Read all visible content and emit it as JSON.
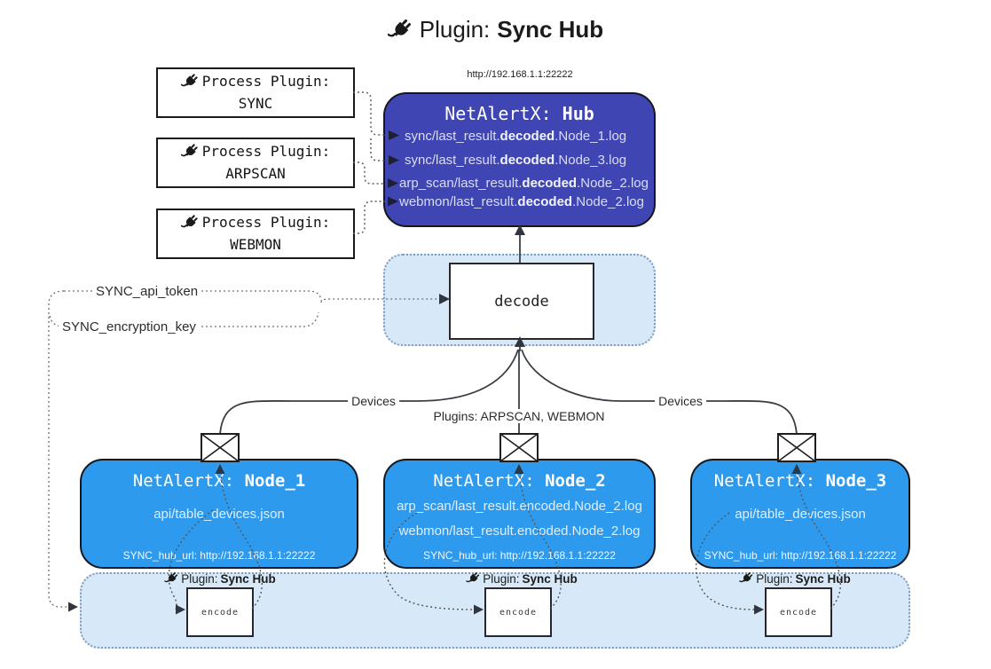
{
  "title": {
    "prefix": "Plugin:",
    "name": "Sync Hub"
  },
  "process_plugins": [
    {
      "label": "Process Plugin:",
      "name": "SYNC"
    },
    {
      "label": "Process Plugin:",
      "name": "ARPSCAN"
    },
    {
      "label": "Process Plugin:",
      "name": "WEBMON"
    }
  ],
  "hub": {
    "url": "http://192.168.1.1:22222",
    "title_prefix": "NetAlertX:",
    "title_name": "Hub",
    "logs": [
      {
        "pre": "sync/last_result.",
        "bold": "decoded",
        "post": ".Node_1.log"
      },
      {
        "pre": "sync/last_result.",
        "bold": "decoded",
        "post": ".Node_3.log"
      },
      {
        "pre": "arp_scan/last_result.",
        "bold": "decoded",
        "post": ".Node_2.log"
      },
      {
        "pre": "webmon/last_result.",
        "bold": "decoded",
        "post": ".Node_2.log"
      }
    ]
  },
  "decode": {
    "label": "decode"
  },
  "secrets": {
    "api_token": "SYNC_api_token",
    "encryption_key": "SYNC_encryption_key"
  },
  "edges": {
    "devices_left": "Devices",
    "devices_right": "Devices",
    "plugins_mid": "Plugins: ARPSCAN, WEBMON"
  },
  "nodes": [
    {
      "title_prefix": "NetAlertX:",
      "title_name": "Node_1",
      "lines": [
        "api/table_devices.json"
      ],
      "hub_url": "SYNC_hub_url: http://192.168.1.1:22222"
    },
    {
      "title_prefix": "NetAlertX:",
      "title_name": "Node_2",
      "lines": [
        "arp_scan/last_result.encoded.Node_2.log",
        "webmon/last_result.encoded.Node_2.log"
      ],
      "hub_url": "SYNC_hub_url: http://192.168.1.1:22222"
    },
    {
      "title_prefix": "NetAlertX:",
      "title_name": "Node_3",
      "lines": [
        "api/table_devices.json"
      ],
      "hub_url": "SYNC_hub_url: http://192.168.1.1:22222"
    }
  ],
  "encoders": [
    {
      "plugin_prefix": "Plugin:",
      "plugin_name": "Sync Hub",
      "box_label": "encode"
    },
    {
      "plugin_prefix": "Plugin:",
      "plugin_name": "Sync Hub",
      "box_label": "encode"
    },
    {
      "plugin_prefix": "Plugin:",
      "plugin_name": "Sync Hub",
      "box_label": "encode"
    }
  ],
  "colors": {
    "hub_bg": "#3f46b4",
    "node_bg": "#2e9aee",
    "panel_bg": "#d7e8f8",
    "line": "#3a3f47"
  }
}
